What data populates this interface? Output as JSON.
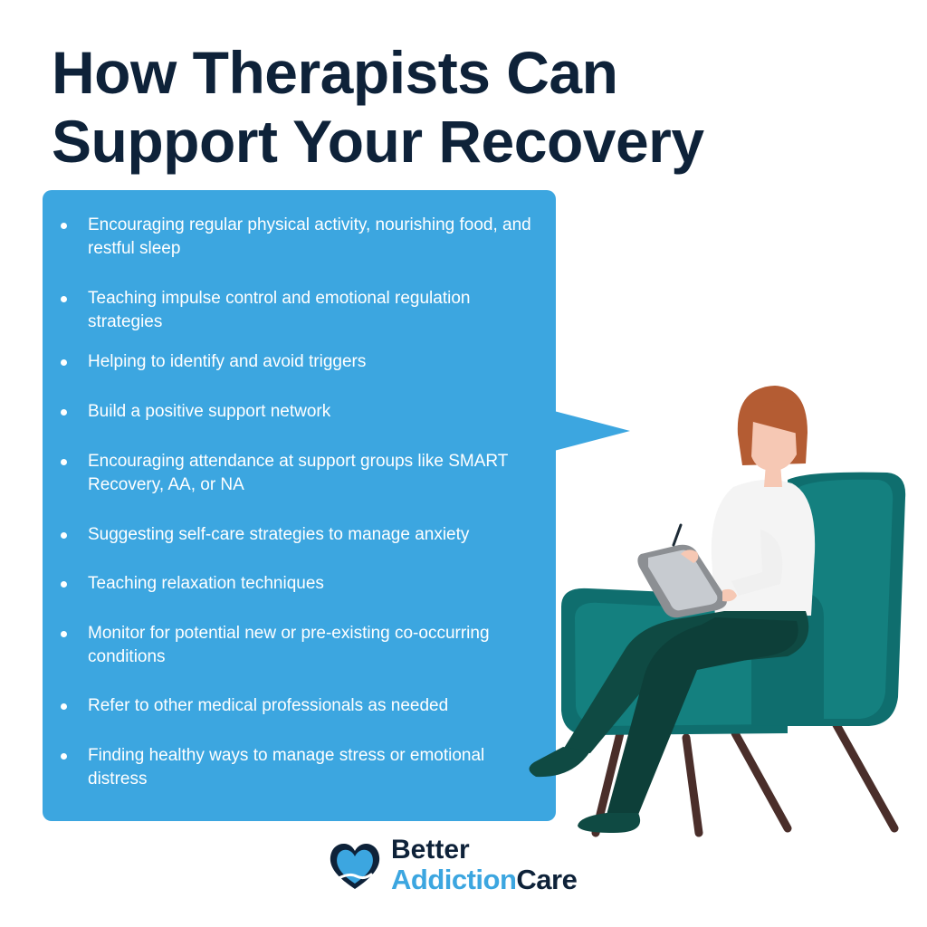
{
  "title": {
    "line1": "How Therapists Can",
    "line2": "Support Your Recovery"
  },
  "list": [
    "Encouraging regular physical activity, nourishing food, and restful sleep",
    "Teaching impulse control and emotional regulation strategies",
    "Helping to identify and avoid triggers",
    "Build a positive support network",
    "Encouraging attendance at support groups like SMART Recovery, AA, or NA",
    "Suggesting self-care strategies to manage anxiety",
    "Teaching relaxation techniques",
    "Monitor for potential new or pre-existing co-occurring conditions",
    "Refer to other medical professionals as needed",
    "Finding healthy ways to manage stress or emotional distress"
  ],
  "logo": {
    "line1": "Better",
    "line2a": "Addiction",
    "line2b": "Care",
    "icon": "heart-hand-icon"
  },
  "colors": {
    "title": "#0e2239",
    "bubble": "#3ca6e0",
    "chair": "#14807f",
    "hair": "#b45c33",
    "pants": "#0f4a43"
  }
}
